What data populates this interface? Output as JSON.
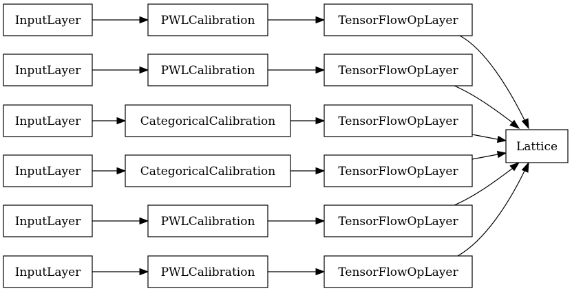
{
  "diagram": {
    "rows": [
      {
        "input": "InputLayer",
        "calibration": "PWLCalibration",
        "op": "TensorFlowOpLayer"
      },
      {
        "input": "InputLayer",
        "calibration": "PWLCalibration",
        "op": "TensorFlowOpLayer"
      },
      {
        "input": "InputLayer",
        "calibration": "CategoricalCalibration",
        "op": "TensorFlowOpLayer"
      },
      {
        "input": "InputLayer",
        "calibration": "CategoricalCalibration",
        "op": "TensorFlowOpLayer"
      },
      {
        "input": "InputLayer",
        "calibration": "PWLCalibration",
        "op": "TensorFlowOpLayer"
      },
      {
        "input": "InputLayer",
        "calibration": "PWLCalibration",
        "op": "TensorFlowOpLayer"
      }
    ],
    "output": "Lattice"
  }
}
